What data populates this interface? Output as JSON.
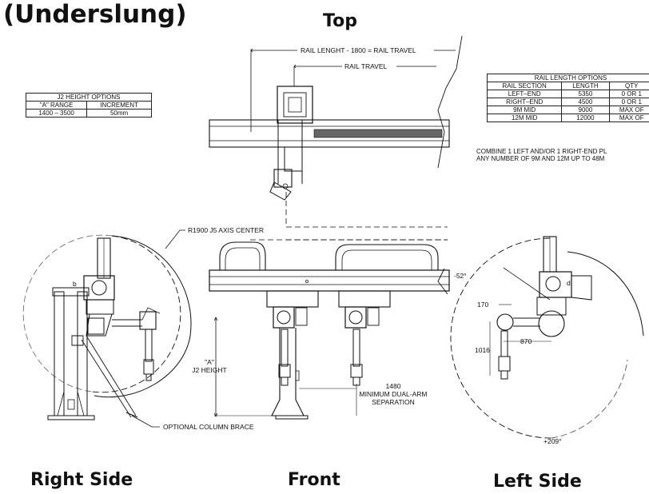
{
  "titles": {
    "main": "(Underslung)",
    "top": "Top",
    "right_side": "Right Side",
    "front": "Front",
    "left_side": "Left Side"
  },
  "j2_table": {
    "header": "J2 HEIGHT OPTIONS",
    "columns": [
      "\"A\" RANGE",
      "INCREMENT"
    ],
    "rows": [
      [
        "1400 – 3500",
        "50mm"
      ]
    ]
  },
  "rail_table": {
    "header": "RAIL LENGTH OPTIONS",
    "columns": [
      "RAIL SECTION",
      "LENGTH",
      "QTY"
    ],
    "rows": [
      [
        "LEFT–END",
        "5350",
        "0 OR 1"
      ],
      [
        "RIGHT–END",
        "4500",
        "0 OR 1"
      ],
      [
        "9M MID",
        "9000",
        "MAX OF"
      ],
      [
        "12M MID",
        "12000",
        "MAX OF"
      ]
    ],
    "note_line1": "COMBINE 1 LEFT AND/OR 1 RIGHT-END PL",
    "note_line2": "ANY NUMBER OF 9M AND 12M UP TO 48M"
  },
  "labels": {
    "rail_length": "RAIL LENGHT - 1800 = RAIL TRAVEL",
    "rail_travel": "RAIL TRAVEL",
    "j5_axis": "R1900 J5 AXIS CENTER",
    "a_quote": "\"A\"",
    "j2_height": "J2 HEIGHT",
    "min_dual_value": "1480",
    "min_dual_line1": "MINIMUM DUAL-ARM",
    "min_dual_line2": "SEPARATION",
    "column_brace": "OPTIONAL COLUMN BRACE",
    "dim_170": "170",
    "dim_870": "870",
    "dim_1016": "1016",
    "angle_52": "-52°",
    "angle_209": "+209°",
    "marker_b": "b",
    "marker_d": "d"
  }
}
